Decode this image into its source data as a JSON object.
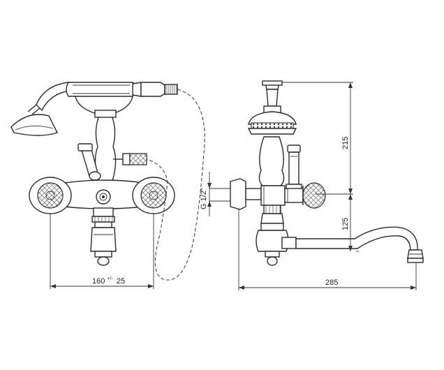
{
  "dimensions": {
    "center_distance": "160",
    "center_tolerance_int": "+/-",
    "center_tolerance_val": "25",
    "inlet_thread": "G 1/2\"",
    "height_top": "215",
    "height_bottom": "125",
    "spout_reach": "285"
  },
  "colors": {
    "line": "#2a2a2a",
    "background": "#ffffff"
  }
}
